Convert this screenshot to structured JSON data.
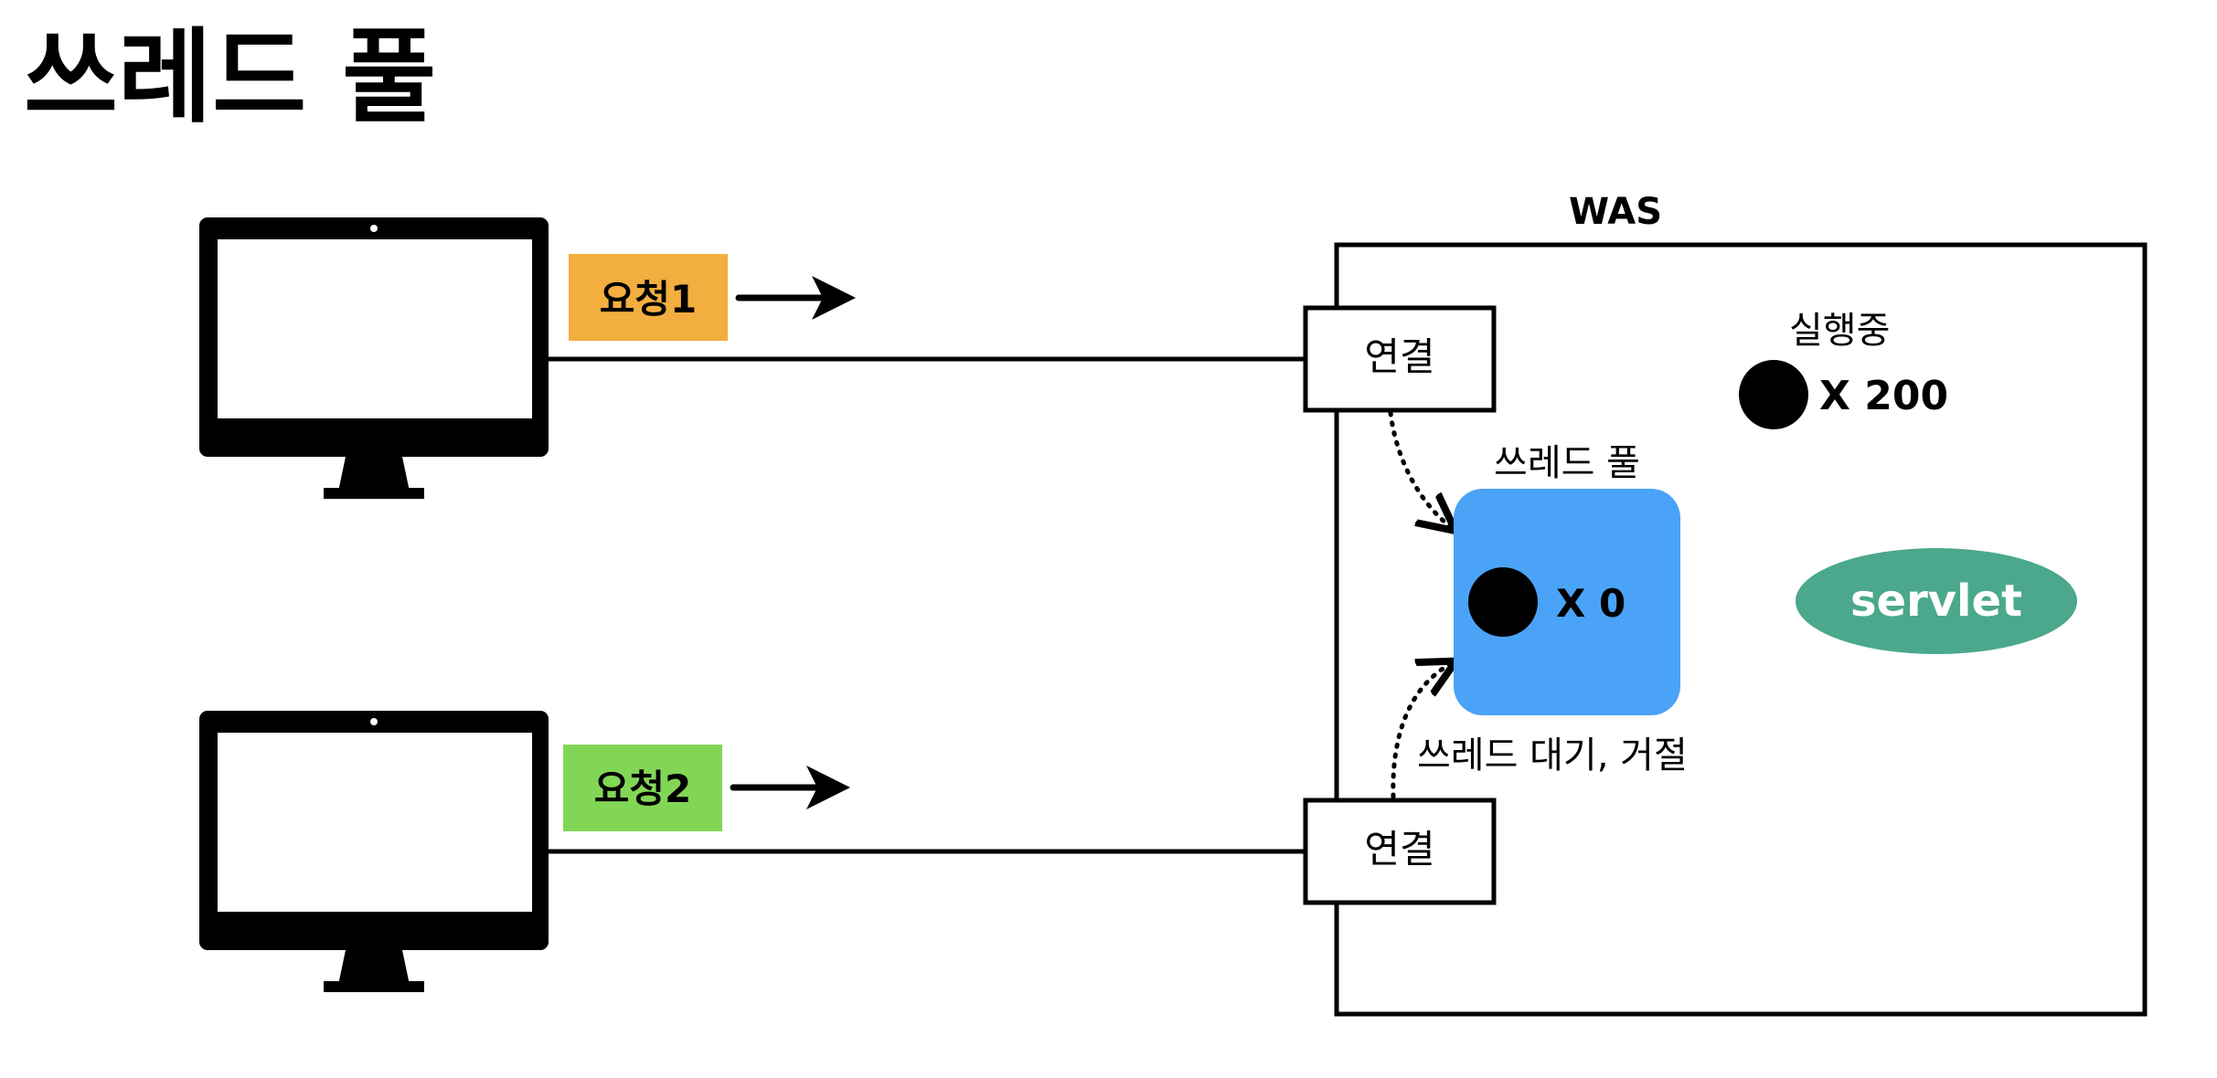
{
  "title": "쓰레드 풀",
  "requests": [
    {
      "label": "요청1",
      "color": "#F2AE3F"
    },
    {
      "label": "요청2",
      "color": "#82D656"
    }
  ],
  "was": {
    "label": "WAS",
    "connections": [
      "연결",
      "연결"
    ],
    "running": {
      "label": "실행중",
      "count": "X 200"
    },
    "thread_pool": {
      "label": "쓰레드 풀",
      "count": "X 0",
      "color": "#4BA3F7"
    },
    "wait_label": "쓰레드 대기, 거절",
    "servlet": {
      "label": "servlet",
      "color": "#4BA88D"
    }
  }
}
